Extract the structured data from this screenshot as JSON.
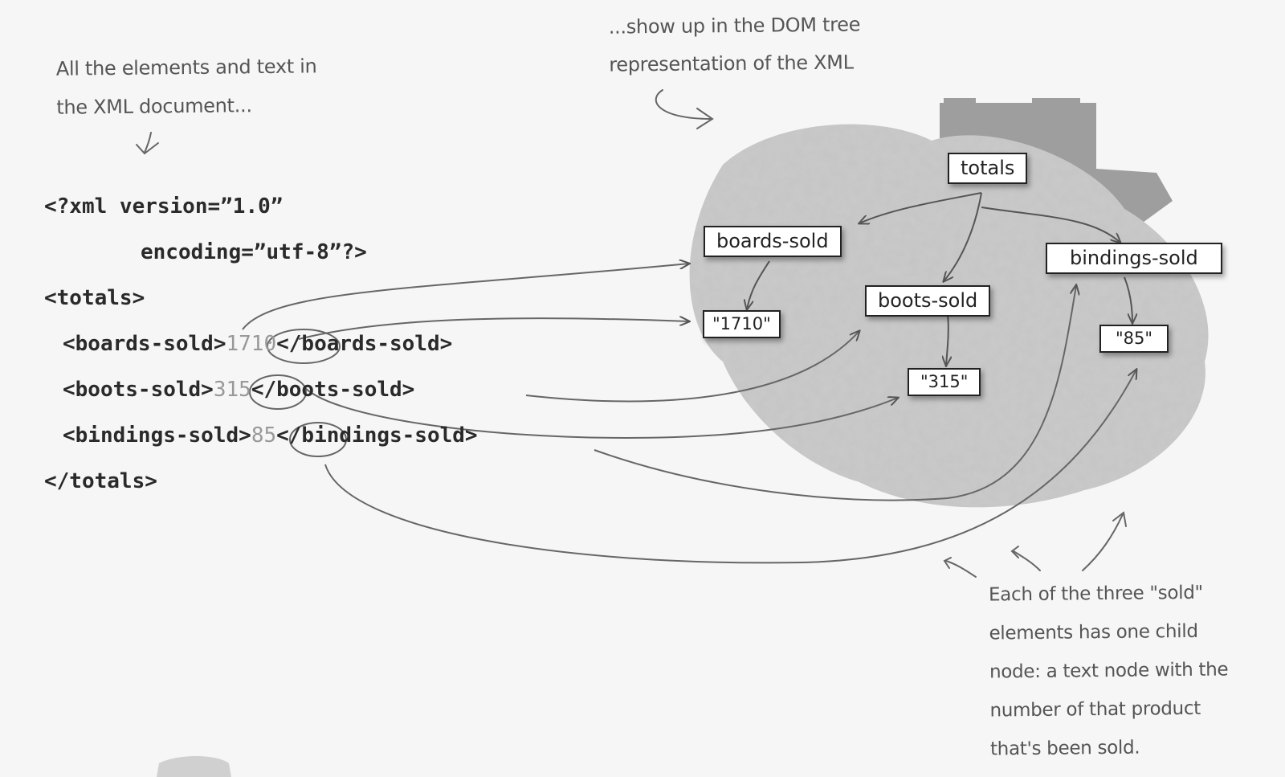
{
  "annotations": {
    "left_note": [
      "All the elements and text in",
      "the XML document..."
    ],
    "top_note": [
      "...show up in the DOM tree",
      "representation of the XML"
    ],
    "bottom_note": [
      "Each of the three \"sold\"",
      "elements has one child",
      "node: a text node with the",
      "number of that product",
      "that's been sold."
    ]
  },
  "xml": {
    "line1": "<?xml version=”1.0”",
    "line2": "encoding=”utf-8”?>",
    "totals_open": "<totals>",
    "boards_open": "<boards-sold>",
    "boards_value": "1710",
    "boards_close": "</boards-sold>",
    "boots_open": "<boots-sold>",
    "boots_value": "315",
    "boots_close": "</boots-sold>",
    "bindings_open": "<bindings-sold>",
    "bindings_value": "85",
    "bindings_close": "</bindings-sold>",
    "totals_close": "</totals>"
  },
  "tree": {
    "root": "totals",
    "boards": "boards-sold",
    "boots": "boots-sold",
    "bindings": "bindings-sold",
    "boards_text": "\"1710\"",
    "boots_text": "\"315\"",
    "bindings_text": "\"85\""
  }
}
